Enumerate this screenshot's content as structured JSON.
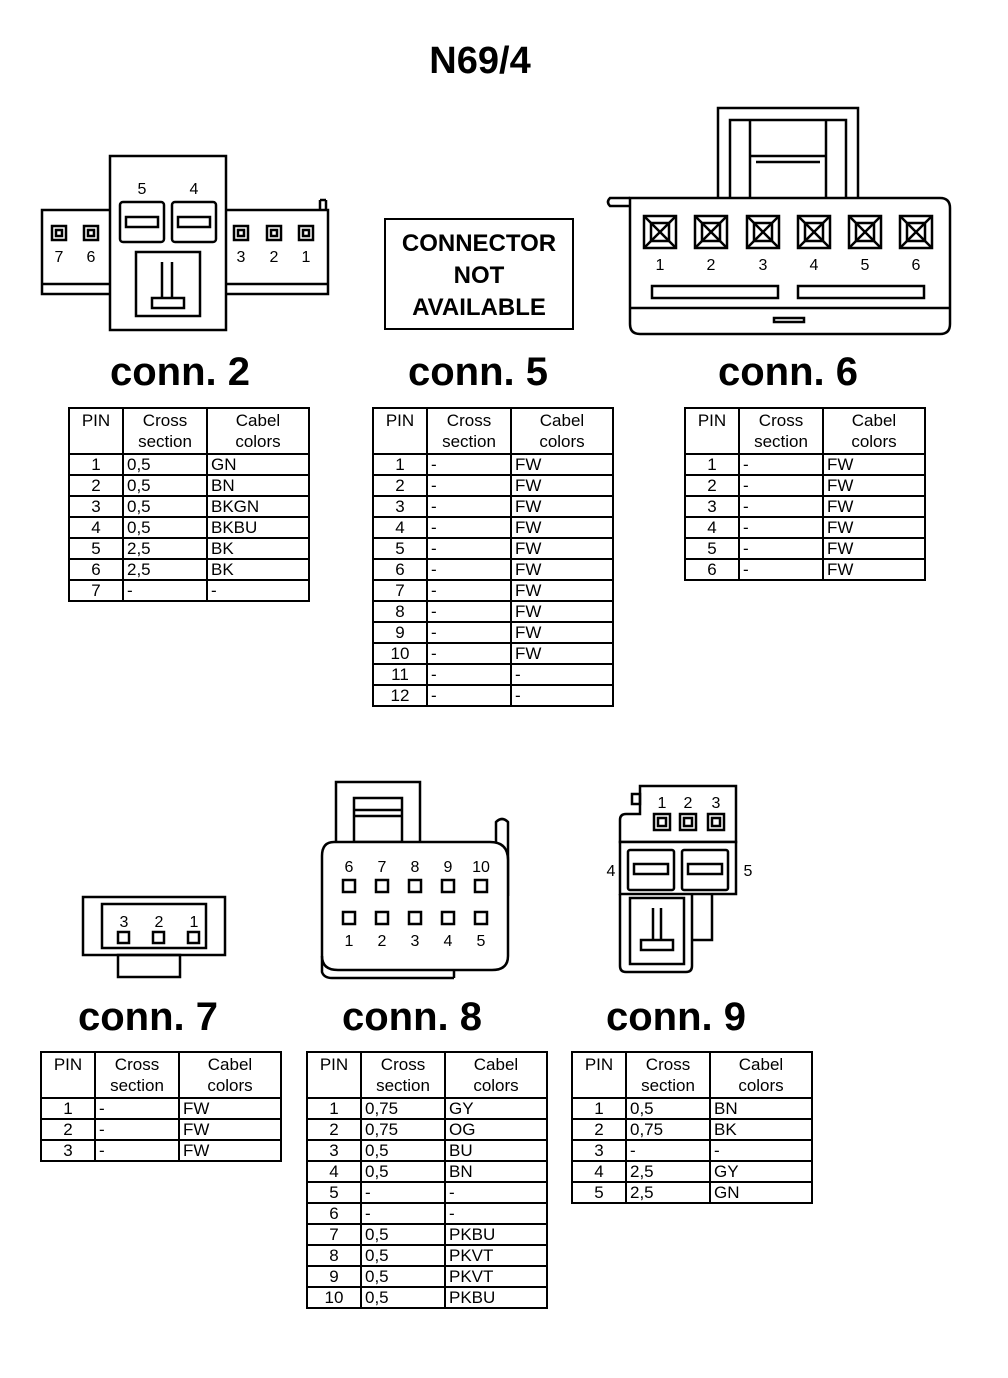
{
  "title": "N69/4",
  "not_available_text": [
    "CONNECTOR",
    "NOT",
    "AVAILABLE"
  ],
  "table_headers": {
    "pin": "PIN",
    "cross_1": "Cross",
    "cross_2": "section",
    "cabel_1": "Cabel",
    "cabel_2": "colors"
  },
  "connectors": [
    {
      "id": "conn2",
      "label": "conn. 2",
      "diagram_pins": [
        "5",
        "4",
        "7",
        "6",
        "3",
        "2",
        "1"
      ],
      "rows": [
        [
          "1",
          "0,5",
          "GN"
        ],
        [
          "2",
          "0,5",
          "BN"
        ],
        [
          "3",
          "0,5",
          "BKGN"
        ],
        [
          "4",
          "0,5",
          "BKBU"
        ],
        [
          "5",
          "2,5",
          "BK"
        ],
        [
          "6",
          "2,5",
          "BK"
        ],
        [
          "7",
          "-",
          "-"
        ]
      ]
    },
    {
      "id": "conn5",
      "label": "conn. 5",
      "rows": [
        [
          "1",
          "-",
          "FW"
        ],
        [
          "2",
          "-",
          "FW"
        ],
        [
          "3",
          "-",
          "FW"
        ],
        [
          "4",
          "-",
          "FW"
        ],
        [
          "5",
          "-",
          "FW"
        ],
        [
          "6",
          "-",
          "FW"
        ],
        [
          "7",
          "-",
          "FW"
        ],
        [
          "8",
          "-",
          "FW"
        ],
        [
          "9",
          "-",
          "FW"
        ],
        [
          "10",
          "-",
          "FW"
        ],
        [
          "11",
          "-",
          "-"
        ],
        [
          "12",
          "-",
          "-"
        ]
      ]
    },
    {
      "id": "conn6",
      "label": "conn. 6",
      "diagram_pins": [
        "1",
        "2",
        "3",
        "4",
        "5",
        "6"
      ],
      "rows": [
        [
          "1",
          "-",
          "FW"
        ],
        [
          "2",
          "-",
          "FW"
        ],
        [
          "3",
          "-",
          "FW"
        ],
        [
          "4",
          "-",
          "FW"
        ],
        [
          "5",
          "-",
          "FW"
        ],
        [
          "6",
          "-",
          "FW"
        ]
      ]
    },
    {
      "id": "conn7",
      "label": "conn. 7",
      "diagram_pins": [
        "3",
        "2",
        "1"
      ],
      "rows": [
        [
          "1",
          "-",
          "FW"
        ],
        [
          "2",
          "-",
          "FW"
        ],
        [
          "3",
          "-",
          "FW"
        ]
      ]
    },
    {
      "id": "conn8",
      "label": "conn. 8",
      "diagram_pins_top": [
        "6",
        "7",
        "8",
        "9",
        "10"
      ],
      "diagram_pins_bottom": [
        "1",
        "2",
        "3",
        "4",
        "5"
      ],
      "rows": [
        [
          "1",
          "0,75",
          "GY"
        ],
        [
          "2",
          "0,75",
          "OG"
        ],
        [
          "3",
          "0,5",
          "BU"
        ],
        [
          "4",
          "0,5",
          "BN"
        ],
        [
          "5",
          "-",
          "-"
        ],
        [
          "6",
          "-",
          "-"
        ],
        [
          "7",
          "0,5",
          "PKBU"
        ],
        [
          "8",
          "0,5",
          "PKVT"
        ],
        [
          "9",
          "0,5",
          "PKVT"
        ],
        [
          "10",
          "0,5",
          "PKBU"
        ]
      ]
    },
    {
      "id": "conn9",
      "label": "conn. 9",
      "diagram_pins": [
        "1",
        "2",
        "3",
        "4",
        "5"
      ],
      "rows": [
        [
          "1",
          "0,5",
          "BN"
        ],
        [
          "2",
          "0,75",
          "BK"
        ],
        [
          "3",
          "-",
          "-"
        ],
        [
          "4",
          "2,5",
          "GY"
        ],
        [
          "5",
          "2,5",
          "GN"
        ]
      ]
    }
  ]
}
